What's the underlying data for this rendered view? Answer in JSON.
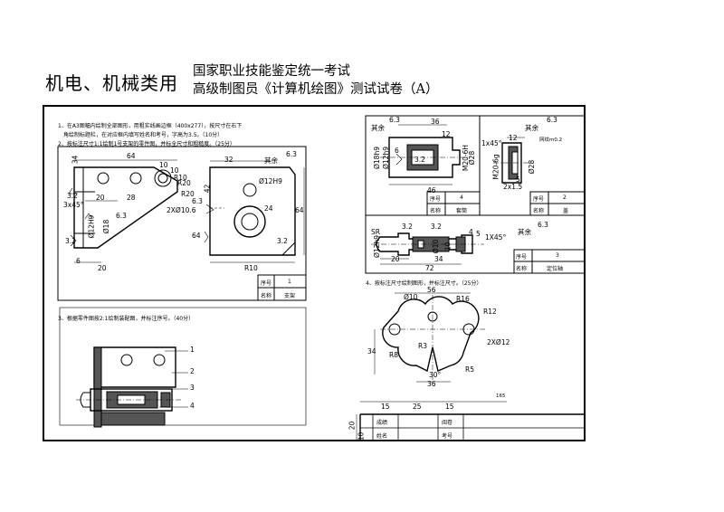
{
  "header": {
    "category": "机电、机械类用",
    "line1": "国家职业技能鉴定统一考试",
    "line2": "高级制图员《计算机绘图》测试试卷（A）"
  },
  "tasks": {
    "task1_line1": "1、在A3图幅内绘制全部图形，用粗实线画边框（400x277），按尺寸在右下",
    "task1_line2": "角绘制标题栏，在对应框内填写姓名和考号，字高为3.5。（10分）",
    "task2": "2、按标注尺寸1:1绘制1号支架的零件图，并标全尺寸和粗糙度。（25分）",
    "task3": "3、根据零件图按2:1绘制装配图，并标注序号。（40分）",
    "task4": "4、按标注尺寸绘制图形，并标注尺寸。（25分）"
  },
  "part1": {
    "qiyu": "其余",
    "rough_qiyu": "6.3",
    "dims": [
      "64",
      "10",
      "10",
      "34",
      "R10",
      "R20",
      "R20",
      "3.2",
      "20",
      "28",
      "3x45°",
      "6.3",
      "Ø12H9",
      "Ø18",
      "3.2",
      "6",
      "20",
      "32",
      "42",
      "Ø12H9",
      "6.3",
      "2XØ10.6",
      "24",
      "64",
      "3.2",
      "R10",
      "64"
    ],
    "table": {
      "xuhao_label": "序号",
      "xuhao": "1",
      "mingcheng_label": "名称",
      "mingcheng": "支架"
    }
  },
  "part2": {
    "qiyu": "其余",
    "rough": "6.3",
    "dims": [
      "36",
      "12",
      "Ø18h9",
      "Ø12h9",
      "3.2",
      "6",
      "M20-6H",
      "Ø28",
      "46"
    ],
    "table": {
      "xuhao_label": "序号",
      "xuhao": "4",
      "mingcheng_label": "名称",
      "mingcheng": "套筒"
    }
  },
  "part3": {
    "qiyu": "其余",
    "rough": "6.3",
    "dims": [
      "1x45°",
      "12",
      "网纹m0.2",
      "M20-6g",
      "Ø28",
      "2x1.5",
      "5"
    ],
    "table": {
      "xuhao_label": "序号",
      "xuhao": "2",
      "mingcheng_label": "名称",
      "mingcheng": "盖"
    }
  },
  "part4": {
    "qiyu": "其余",
    "rough": "6.3",
    "dims": [
      "3.2",
      "3.2",
      "SR",
      "Ø12h9",
      "Ø10",
      "10",
      "4",
      "5",
      "1X45°",
      "20",
      "34",
      "72"
    ],
    "table": {
      "xuhao_label": "序号",
      "xuhao": "3",
      "mingcheng_label": "名称",
      "mingcheng": "定位轴"
    }
  },
  "assembly": {
    "balloons": [
      "1",
      "2",
      "3",
      "4"
    ]
  },
  "figure4": {
    "dims": [
      "56",
      "Ø10",
      "R16",
      "R12",
      "34",
      "R3",
      "2XØ12",
      "R8",
      "R5",
      "30°",
      "36"
    ]
  },
  "title_block": {
    "widths": [
      "15",
      "25",
      "15"
    ],
    "total": "165",
    "heights": [
      "20",
      "10"
    ],
    "chengji": "成绩",
    "yuejuan": "阅卷",
    "xingming": "姓名",
    "kaohao": "考号"
  }
}
